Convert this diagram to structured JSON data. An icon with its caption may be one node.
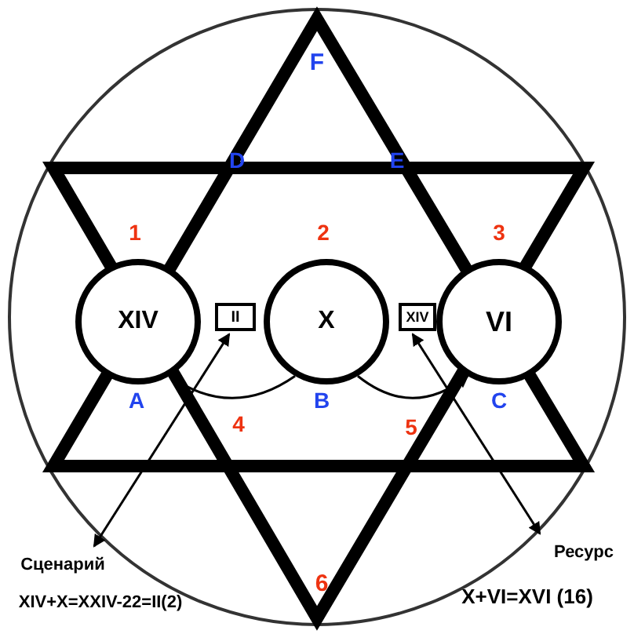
{
  "diagram": {
    "nodes": [
      {
        "text": [
          "XIV"
        ]
      },
      {
        "text": [
          "II"
        ]
      },
      {
        "text": [
          "X"
        ]
      },
      {
        "text": [
          "XIV"
        ]
      },
      {
        "text": [
          "VI"
        ]
      },
      {
        "text": [
          "Сценарий"
        ]
      },
      {
        "text": [
          "Ресурс"
        ]
      }
    ],
    "edges": [
      {
        "from": 0,
        "to": 2,
        "arrow": "none"
      },
      {
        "from": 2,
        "to": 4,
        "arrow": "to"
      },
      {
        "from": 1,
        "to": 5,
        "arrow": "both"
      },
      {
        "from": 3,
        "to": 6,
        "arrow": "both"
      }
    ],
    "labels": [
      "F",
      "D",
      "E",
      "1",
      "2",
      "3",
      "A",
      "B",
      "C",
      "4",
      "5",
      "6",
      "XIV+X=XXIV-22=II(2)",
      "X+VI=XVI (16)"
    ]
  }
}
